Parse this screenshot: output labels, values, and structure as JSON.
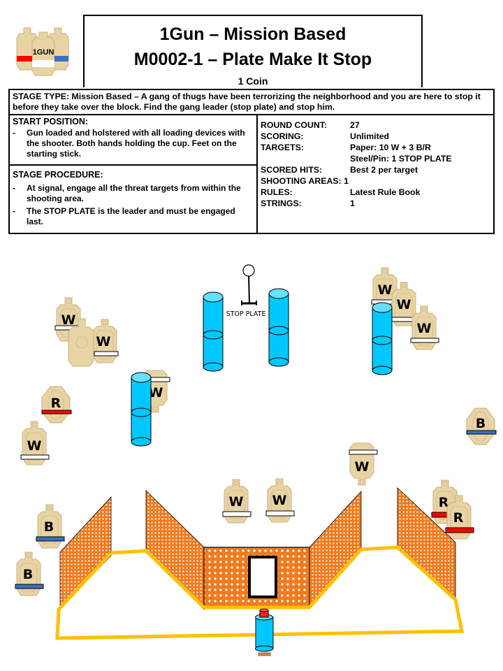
{
  "logo": {
    "label": "1GUN",
    "colors": {
      "red": "#ff0000",
      "blue": "#3a6fc4",
      "white": "#ffffff",
      "tan": "#e8d3a4"
    }
  },
  "header": {
    "title": "1Gun – Mission Based",
    "subtitle": "M0002-1 – Plate Make It Stop",
    "coin": "1 Coin"
  },
  "stage_type": "STAGE TYPE: Mission Based – A gang of thugs have been terrorizing the neighborhood and you are here to stop it before they take over the block.  Find the gang leader (stop plate) and stop him.",
  "start_position": {
    "heading": "START POSITION:",
    "items": [
      "Gun loaded and holstered with all loading devices with the shooter.  Both hands holding the cup.  Feet on the starting stick."
    ]
  },
  "stage_procedure": {
    "heading": "STAGE PROCEDURE:",
    "items": [
      "At signal, engage all the threat targets from within the shooting area.",
      "The STOP PLATE is the leader and must be engaged last."
    ]
  },
  "info": [
    {
      "key": "ROUND COUNT:",
      "value": "27"
    },
    {
      "key": "SCORING:",
      "value": "Unlimited"
    },
    {
      "key": "TARGETS:",
      "value": "Paper: 10 W + 3 B/R"
    },
    {
      "key": "",
      "value": "Steel/Pin: 1 STOP PLATE"
    },
    {
      "key": "SCORED HITS:",
      "value": "Best 2 per target"
    },
    {
      "key": "SHOOTING AREAS: 1",
      "value": ""
    },
    {
      "key": "RULES:",
      "value": "Latest Rule Book"
    },
    {
      "key": "STRINGS:",
      "value": "1"
    }
  ],
  "diagram": {
    "stop_plate_label": "STOP PLATE",
    "target_letters": {
      "white": "W",
      "red": "R",
      "blue": "B"
    },
    "colors": {
      "barrel": "#00c8ff",
      "barrel_top": "#66e0ff",
      "wall": "#f07a1e",
      "fault_line": "#ffc000",
      "target": "#e8d3a4",
      "target_edge": "#c9b07d",
      "band_red": "#ff0000",
      "band_blue": "#3a6fc4",
      "band_white": "#ffffff"
    }
  }
}
